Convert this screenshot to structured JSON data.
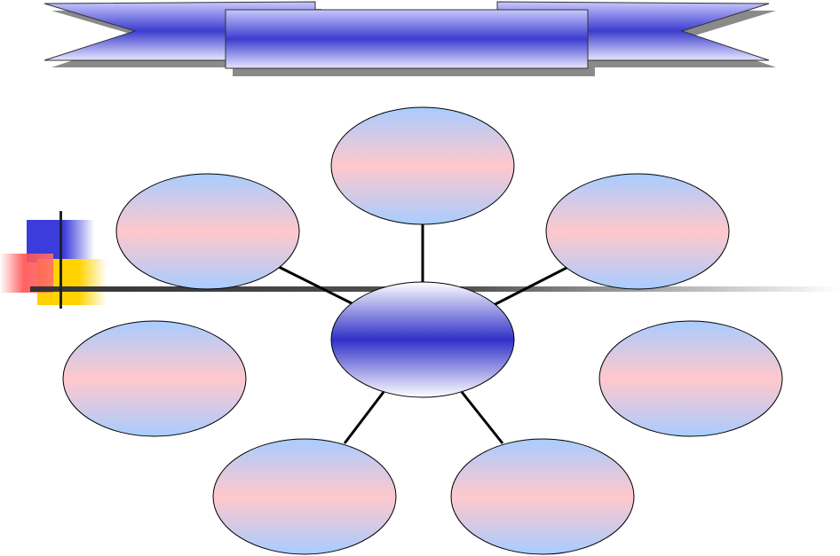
{
  "banner": {
    "title": ""
  },
  "diagram": {
    "center": {
      "label": ""
    },
    "nodes": [
      {
        "id": "top",
        "label": ""
      },
      {
        "id": "upper-left",
        "label": ""
      },
      {
        "id": "upper-right",
        "label": ""
      },
      {
        "id": "middle-left",
        "label": ""
      },
      {
        "id": "middle-right",
        "label": ""
      },
      {
        "id": "lower-left",
        "label": ""
      },
      {
        "id": "lower-right",
        "label": ""
      }
    ]
  },
  "colors": {
    "banner_blue": "#3c3ccf",
    "banner_light": "#e6e6ff",
    "node_light_blue": "#a8ccff",
    "node_pink": "#ffc8cc",
    "center_blue": "#3030c8",
    "connector": "#000000",
    "rule_dark": "#333333",
    "accent_blue": "#3c3cdc",
    "accent_red": "#ff5050",
    "accent_yellow": "#ffd200"
  }
}
